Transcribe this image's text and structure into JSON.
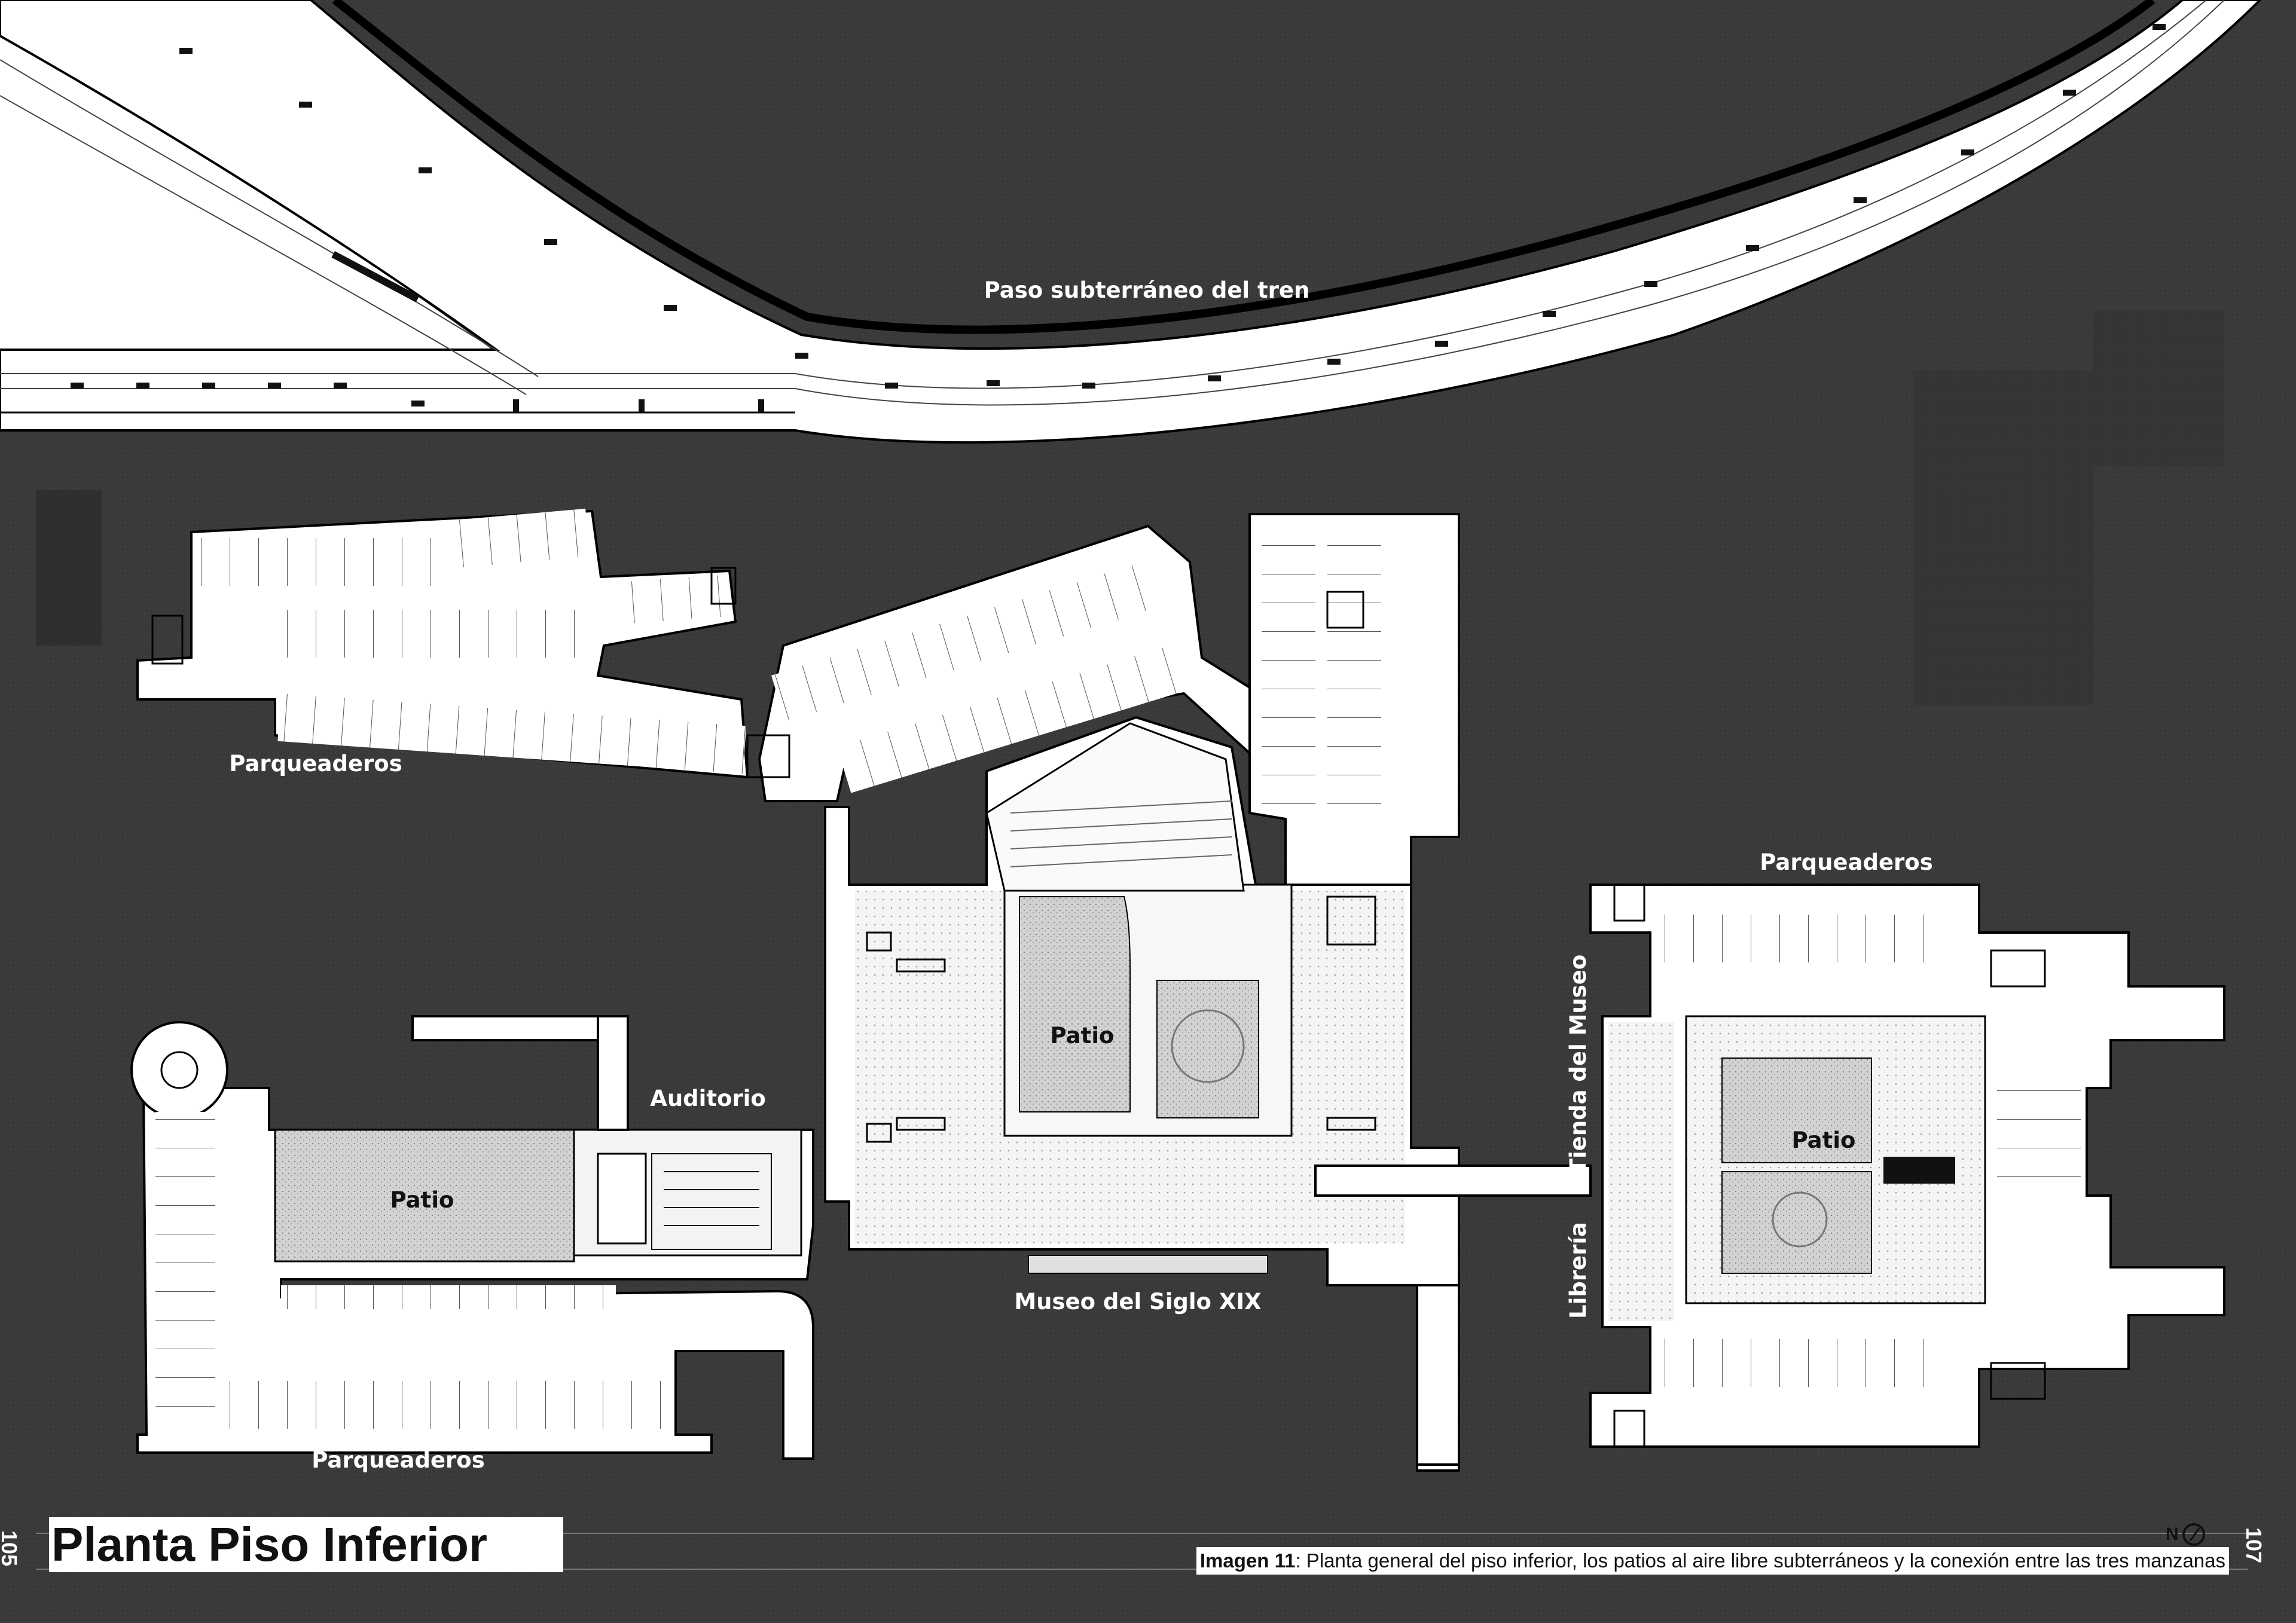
{
  "labels": {
    "tunnel": "Paso subterráneo del tren",
    "parking_nw": "Parqueaderos",
    "parking_e": "Parqueaderos",
    "parking_sw": "Parqueaderos",
    "auditorio": "Auditorio",
    "patio_west": "Patio",
    "patio_center": "Patio",
    "patio_east": "Patio",
    "museo": "Museo del Siglo XIX",
    "tienda": "Tienda del Museo",
    "libreria": "Librería"
  },
  "title": "Planta Piso Inferior",
  "caption": {
    "prefix": "Imagen 11",
    "text": ": Planta general del piso inferior, los patios al aire libre subterráneos y la conexión entre las tres manzanas"
  },
  "page_numbers": {
    "left": "105",
    "right": "107"
  },
  "north_label": "N",
  "colors": {
    "background": "#3a3a3a",
    "plan_fill": "#ffffff",
    "patio_fill": "#cfcfcf",
    "ink": "#111111"
  }
}
